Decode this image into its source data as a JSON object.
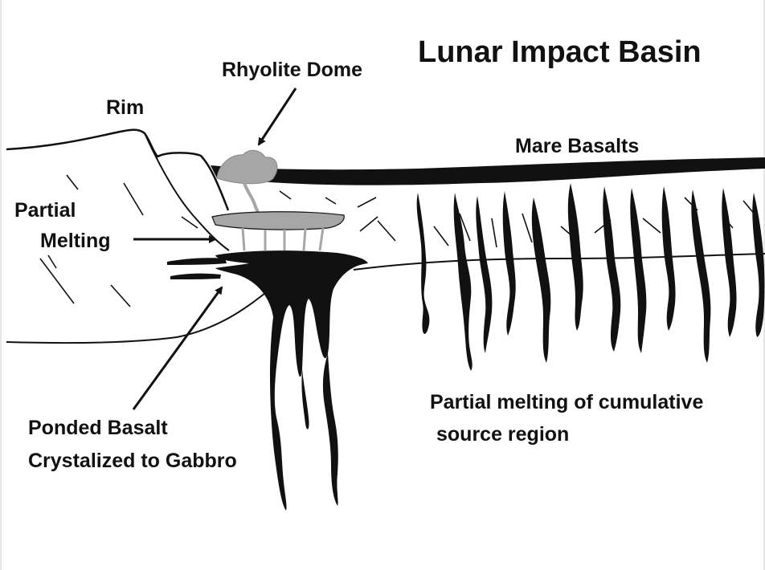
{
  "title": "Lunar Impact Basin",
  "labels": {
    "rhyolite_dome": "Rhyolite Dome",
    "rim": "Rim",
    "mare_basalts": "Mare Basalts",
    "partial_melting_line1": "Partial",
    "partial_melting_line2": "Melting",
    "ponded_basalt_line1": "Ponded Basalt",
    "ponded_basalt_line2": "Crystalized to Gabbro",
    "source_region_line1": "Partial melting of cumulative",
    "source_region_line2": "source region"
  },
  "colors": {
    "ink": "#111111",
    "dome_gray": "#a6a6a6",
    "background": "#ffffff"
  }
}
